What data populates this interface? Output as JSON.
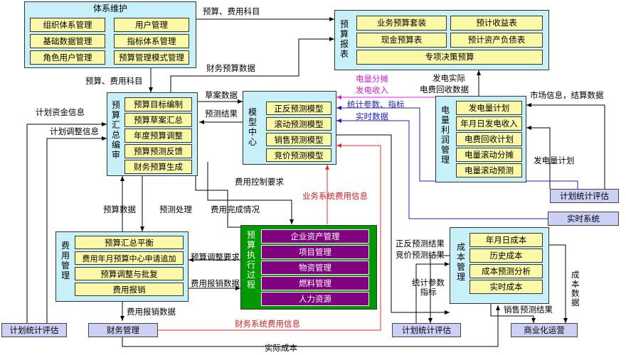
{
  "panels": {
    "maintenance": {
      "title": "体系维护",
      "items": [
        "组织体系管理",
        "用户管理",
        "基础数据管理",
        "指标体系管理",
        "角色用户管理",
        "预算管理模式管理"
      ]
    },
    "report": {
      "title": "预算报表",
      "items": [
        "业务预算套装",
        "预计收益表",
        "现金预算表",
        "预计资产负债表",
        "专项决策预算"
      ]
    },
    "compile": {
      "title": "预算汇总编审",
      "items": [
        "预算目标编制",
        "预算草案汇总",
        "年度预算调整",
        "预算预测反馈",
        "财务预算生成"
      ]
    },
    "model": {
      "title": "模型中心",
      "items": [
        "正反预测模型",
        "滚动预测模型",
        "销售预测模型",
        "竞价预测模型"
      ]
    },
    "power": {
      "title": "电量利润管理",
      "items": [
        "发电量计划",
        "年月日发电收入",
        "电费回收计划",
        "电量滚动分摊",
        "电量滚动预测"
      ]
    },
    "expense": {
      "title": "费用管理",
      "items": [
        "预算汇总平衡",
        "费用年月预算中心申请追加",
        "预算调整与批复",
        "费用报销"
      ]
    },
    "execution": {
      "title": "预算执行过程",
      "items": [
        "企业资产管理",
        "项目管理",
        "物资管理",
        "燃料管理",
        "人力资源"
      ]
    },
    "cost": {
      "title": "成本管理",
      "items": [
        "年月日成本",
        "历史成本",
        "成本预测分析",
        "实时成本"
      ]
    }
  },
  "external": {
    "plan_eval_right": "计划统计评估",
    "realtime": "实时系统",
    "plan_eval_left": "计划统计评估",
    "finance": "财务管理",
    "plan_eval_mid": "计划统计评估",
    "commerce": "商业化运营"
  },
  "labels": {
    "budget_items_top": "预算、费用科目",
    "budget_items_left": "预算、费用科目",
    "financial_budget_data": "财务预算数据",
    "draft_data": "草案数据",
    "forecast_result": "预测结果",
    "power_alloc": "电量分摊",
    "power_income": "发电收入",
    "gen_actual": "发电实际",
    "fee_recovery_data": "电费回收数据",
    "market_info": "市场信息，结算数据",
    "stat_params": "统计参数、指标",
    "realtime_data": "实时数据",
    "plan_funds": "计划资金信息",
    "plan_adjust": "计划调整信息",
    "gen_plan": "发电量计划",
    "cost_control": "费用控制要求",
    "biz_fee_info": "业务系统费用信息",
    "budget_data": "预算数据",
    "forecast_process": "预测处理",
    "fee_complete": "费用完成情况",
    "forecast_results2": "正反预测结果",
    "bid_results": "竞价预测结果",
    "budget_adjust_req": "预算调整要求",
    "expense_data": "费用报销数据",
    "expense_data2": "费用报销数据",
    "stat_params_v": "统计参数指标",
    "cost_data": "成本数据",
    "sales_forecast": "销售预测结果",
    "finance_fee_info": "财务系统费用信息",
    "actual_cost": "实际成本"
  },
  "colors": {
    "panel": "#c8f0f8",
    "item": "#fbf8a8",
    "execution": "#009900",
    "exec_item": "#800080",
    "external": "#ccd0f4",
    "red_line": "#e03030",
    "magenta_line": "#e020e0",
    "blue_line": "#2020c0"
  }
}
